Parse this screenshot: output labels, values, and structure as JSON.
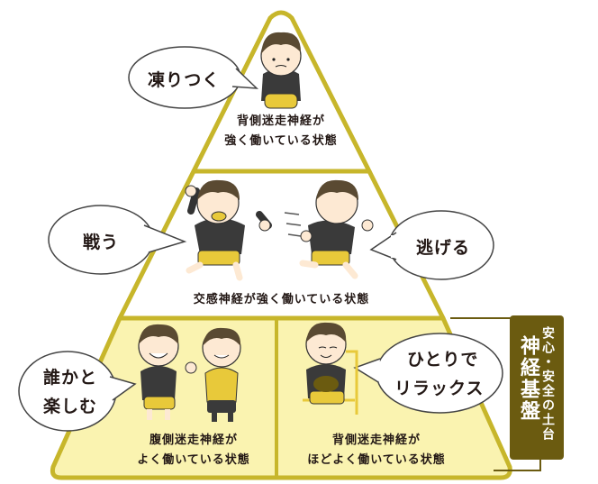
{
  "colors": {
    "outline": "#c7b62b",
    "bottom_fill": "#faf3b0",
    "side_box": "#6b5b10",
    "shirt": "#3a3a3a",
    "shorts": "#e8c93a",
    "hair": "#5a4a32"
  },
  "top_tier": {
    "bubble": "凍りつく",
    "label_line1": "背側迷走神経が",
    "label_line2": "強く働いている状態"
  },
  "middle_tier": {
    "bubble_left": "戦う",
    "bubble_right": "逃げる",
    "label": "交感神経が強く働いている状態"
  },
  "bottom_tier": {
    "left": {
      "bubble_line1": "誰かと",
      "bubble_line2": "楽しむ",
      "label_line1": "腹側迷走神経が",
      "label_line2": "よく働いている状態"
    },
    "right": {
      "bubble_line1": "ひとりで",
      "bubble_line2": "リラックス",
      "label_line1": "背側迷走神経が",
      "label_line2": "ほどよく働いている状態"
    }
  },
  "side_panel": {
    "title": "神経基盤",
    "subtitle": "安心・安全の土台"
  }
}
